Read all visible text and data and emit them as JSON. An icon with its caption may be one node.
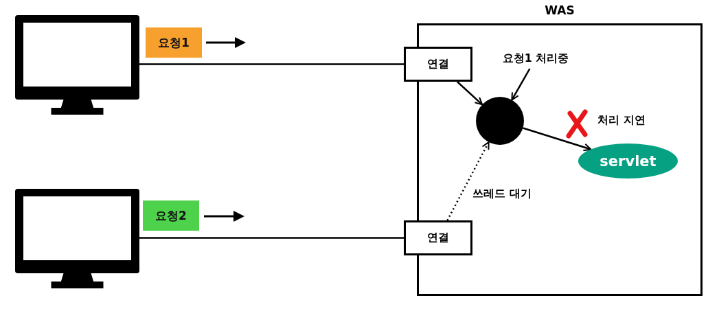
{
  "diagram": {
    "nodes": [
      {
        "text": [
          "WAS"
        ]
      },
      {
        "text": [],
        "shape": "picture"
      },
      {
        "text": [],
        "shape": "picture"
      },
      {
        "text": [
          "요청1"
        ]
      },
      {
        "text": [
          "요청2"
        ]
      },
      {
        "text": [
          "연결"
        ]
      },
      {
        "text": [
          "연결"
        ]
      },
      {
        "text": [],
        "shape": "circle",
        "in": 0
      },
      {
        "text": [
          "servlet"
        ],
        "in": 0
      },
      {
        "text": [
          "요청1 처리중"
        ],
        "in": 0
      }
    ],
    "edges": [
      {
        "from": 1,
        "to": 5,
        "arrow": "none"
      },
      {
        "from": 2,
        "to": 6,
        "arrow": "none"
      },
      {
        "from": 5,
        "to": 7,
        "arrow": "to"
      },
      {
        "from": 9,
        "to": 7,
        "arrow": "to"
      },
      {
        "from": 7,
        "to": 8,
        "arrow": "to"
      },
      {
        "from": 6,
        "to": 7,
        "arrow": "to",
        "style": "dashed",
        "label": "쓰레드 대기"
      }
    ],
    "labels": [
      "처리 지연"
    ]
  }
}
